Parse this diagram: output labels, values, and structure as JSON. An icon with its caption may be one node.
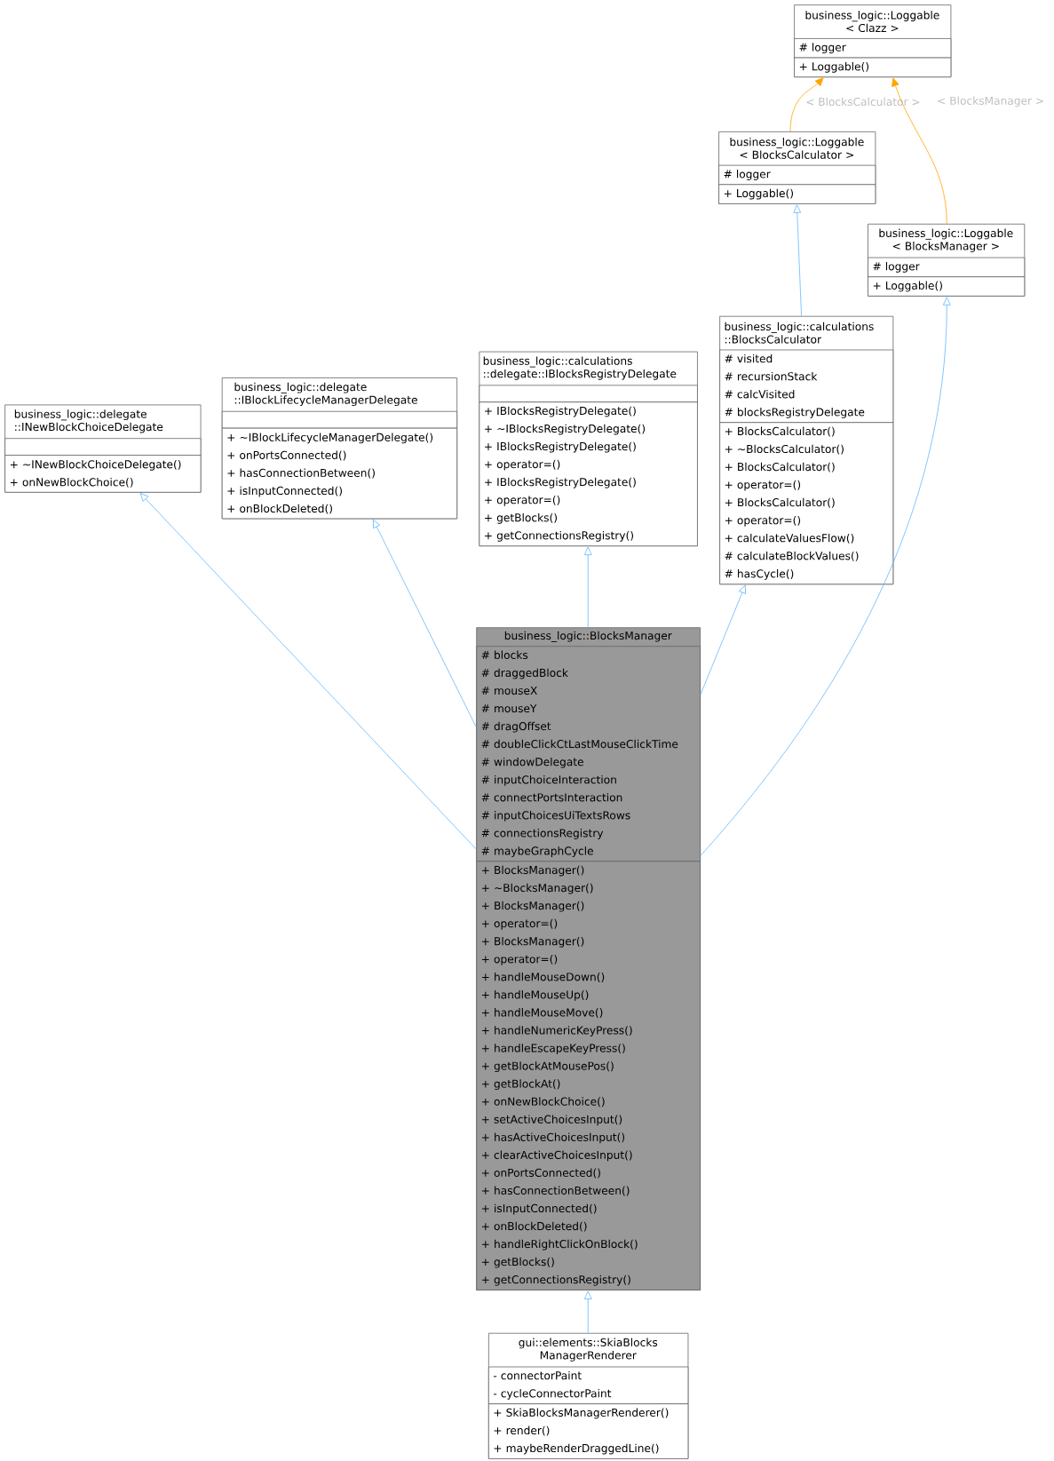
{
  "diagram": {
    "nodes": [
      {
        "text": [
          "business_logic::Loggable < Clazz >"
        ]
      },
      {
        "text": [
          "# logger"
        ],
        "in": 0
      },
      {
        "text": [
          "+ Loggable()"
        ],
        "in": 0
      },
      {
        "text": [
          "business_logic::Loggable < BlocksCalculator >"
        ]
      },
      {
        "text": [
          "# logger"
        ],
        "in": 3
      },
      {
        "text": [
          "+ Loggable()"
        ],
        "in": 3
      },
      {
        "text": [
          "business_logic::Loggable < BlocksManager >"
        ]
      },
      {
        "text": [
          "# logger"
        ],
        "in": 6
      },
      {
        "text": [
          "+ Loggable()"
        ],
        "in": 6
      },
      {
        "text": [
          "business_logic::calculations ::BlocksCalculator"
        ]
      },
      {
        "text": [
          "# visited",
          "# recursionStack",
          "# calcVisited",
          "# blocksRegistryDelegate"
        ],
        "in": 9
      },
      {
        "text": [
          "+ BlocksCalculator()",
          "+ ~BlocksCalculator()",
          "+ BlocksCalculator()",
          "+ operator=()",
          "+ BlocksCalculator()",
          "+ operator=()",
          "+ calculateValuesFlow()",
          "# calculateBlockValues()",
          "# hasCycle()"
        ],
        "in": 9
      },
      {
        "text": [
          "business_logic::calculations ::delegate::IBlocksRegistryDelegate"
        ]
      },
      {
        "text": [],
        "shape": "box",
        "in": 12
      },
      {
        "text": [
          "+ IBlocksRegistryDelegate()",
          "+ ~IBlocksRegistryDelegate()",
          "+ IBlocksRegistryDelegate()",
          "+ operator=()",
          "+ IBlocksRegistryDelegate()",
          "+ operator=()",
          "+ getBlocks()",
          "+ getConnectionsRegistry()"
        ],
        "in": 12
      },
      {
        "text": [
          "business_logic::delegate ::IBlockLifecycleManagerDelegate"
        ]
      },
      {
        "text": [],
        "shape": "box",
        "in": 15
      },
      {
        "text": [
          "+ ~IBlockLifecycleManagerDelegate()",
          "+ onPortsConnected()",
          "+ hasConnectionBetween()",
          "+ isInputConnected()",
          "+ onBlockDeleted()"
        ],
        "in": 15
      },
      {
        "text": [
          "business_logic::delegate ::INewBlockChoiceDelegate"
        ]
      },
      {
        "text": [],
        "shape": "box",
        "in": 18
      },
      {
        "text": [
          "+ ~INewBlockChoiceDelegate()",
          "+ onNewBlockChoice()"
        ],
        "in": 18
      },
      {
        "text": [
          "business_logic::BlocksManager"
        ]
      },
      {
        "text": [
          "# blocks",
          "# draggedBlock",
          "# mouseX",
          "# mouseY",
          "# dragOffset",
          "# doubleClickCtLastMouseClickTime",
          "# windowDelegate",
          "# inputChoiceInteraction",
          "# connectPortsInteraction",
          "# inputChoicesUiTextsRows",
          "# connectionsRegistry",
          "# maybeGraphCycle"
        ],
        "in": 21
      },
      {
        "text": [
          "+ BlocksManager()",
          "+ ~BlocksManager()",
          "+ BlocksManager()",
          "+ operator=()",
          "+ BlocksManager()",
          "+ operator=()",
          "+ handleMouseDown()",
          "+ handleMouseUp()",
          "+ handleMouseMove()",
          "+ handleNumericKeyPress()",
          "+ handleEscapeKeyPress()",
          "+ getBlockAtMousePos()",
          "+ getBlockAt()",
          "+ onNewBlockChoice()",
          "+ setActiveChoicesInput()",
          "+ hasActiveChoicesInput()",
          "+ clearActiveChoicesInput()",
          "+ onPortsConnected()",
          "+ hasConnectionBetween()",
          "+ isInputConnected()",
          "+ onBlockDeleted()",
          "+ handleRightClickOnBlock()",
          "+ getBlocks()",
          "+ getConnectionsRegistry()"
        ],
        "in": 21
      },
      {
        "text": [
          "gui::elements::SkiaBlocks ManagerRenderer"
        ]
      },
      {
        "text": [
          "- connectorPaint",
          "- cycleConnectorPaint"
        ],
        "in": 24
      },
      {
        "text": [
          "+ SkiaBlocksManagerRenderer()",
          "+ render()",
          "+ maybeRenderDraggedLine()"
        ],
        "in": 24
      }
    ],
    "edges": [
      {
        "from": 21,
        "to": 18,
        "arrow": "to"
      },
      {
        "from": 21,
        "to": 15,
        "arrow": "to"
      },
      {
        "from": 21,
        "to": 12,
        "arrow": "to"
      },
      {
        "from": 21,
        "to": 9,
        "arrow": "to"
      },
      {
        "from": 21,
        "to": 6,
        "arrow": "to"
      },
      {
        "from": 9,
        "to": 3,
        "arrow": "to"
      },
      {
        "from": 24,
        "to": 21,
        "arrow": "to"
      },
      {
        "from": 3,
        "to": 0,
        "arrow": "to",
        "label": "< BlocksCalculator >",
        "color": "#ffa500"
      },
      {
        "from": 6,
        "to": 0,
        "arrow": "to",
        "label": "< BlocksManager >",
        "color": "#ffa500"
      }
    ]
  }
}
